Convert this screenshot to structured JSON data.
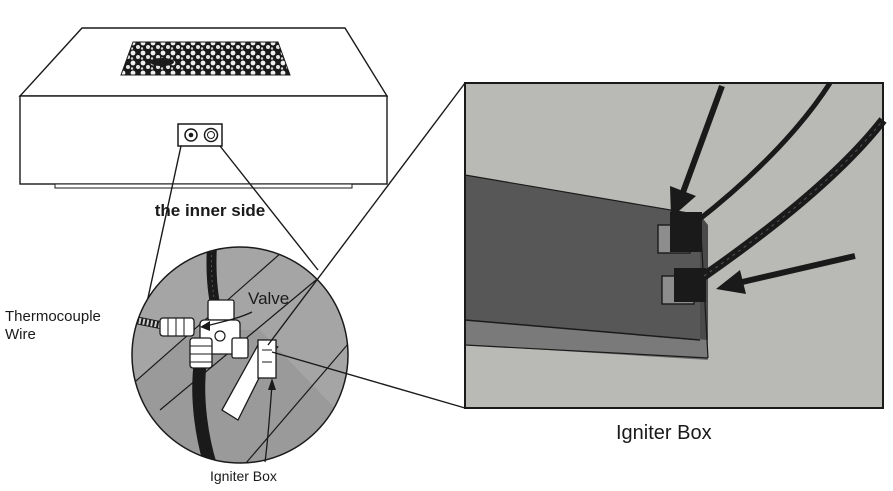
{
  "labels": {
    "inner_side": "the inner side",
    "thermocouple": "Thermocouple Wire",
    "valve": "Valve",
    "igniter_box_small": "Igniter Box",
    "igniter_box_large": "Igniter Box"
  },
  "colors": {
    "outline": "#1a1a1a",
    "circle_fill": "#a5a5a5",
    "panel_bg": "#b9bab5",
    "box_dark": "#575757",
    "box_front": "#4a4a4a",
    "port_fill": "#8d8d8d"
  }
}
